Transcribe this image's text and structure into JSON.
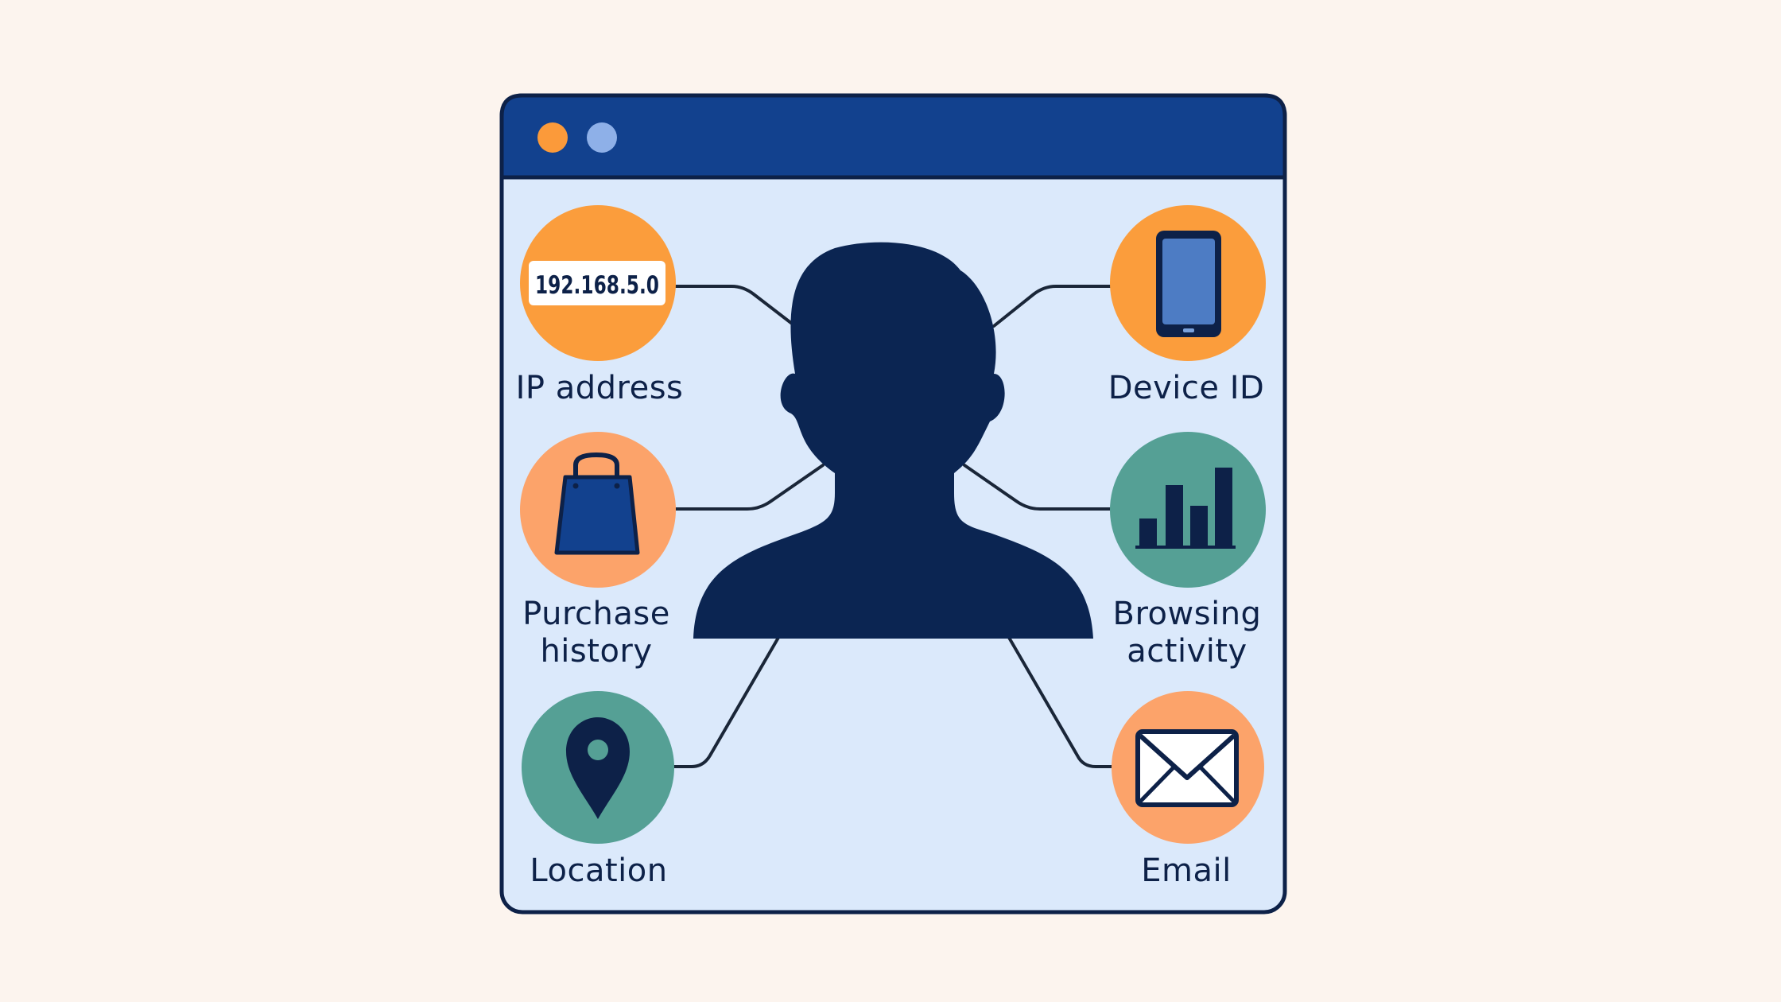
{
  "window": {
    "dots": [
      {
        "name": "orange-dot",
        "color": "#fb9a3a"
      },
      {
        "name": "blue-dot",
        "color": "#8eb0e8"
      }
    ],
    "titlebar_color": "#12418e",
    "body_color": "#dbe9fb",
    "border_color": "#0d2148"
  },
  "person": {
    "icon": "person-silhouette-icon",
    "color": "#0b2552"
  },
  "nodes": {
    "ip": {
      "label": "IP address",
      "value": "192.168.5.0",
      "icon": "ip-address-tag-icon",
      "color": "#fb9d3c"
    },
    "device": {
      "label": "Device ID",
      "icon": "smartphone-icon",
      "color": "#fb9d3c"
    },
    "purchase": {
      "label_line1": "Purchase",
      "label_line2": "history",
      "icon": "shopping-bag-icon",
      "color": "#fca36a"
    },
    "browsing": {
      "label_line1": "Browsing",
      "label_line2": "activity",
      "icon": "bar-chart-icon",
      "color": "#55a095"
    },
    "location": {
      "label": "Location",
      "icon": "location-pin-icon",
      "color": "#55a095"
    },
    "email": {
      "label": "Email",
      "icon": "envelope-icon",
      "color": "#fca36a"
    }
  }
}
